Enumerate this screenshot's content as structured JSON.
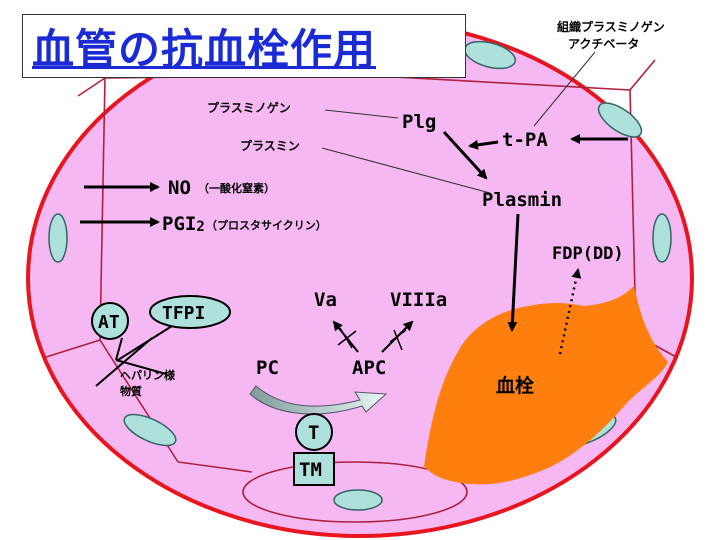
{
  "title": "血管の抗血栓作用",
  "labels": {
    "tissue_activator_line1": "組織プラスミノゲン",
    "tissue_activator_line2": "アクチベータ",
    "plasminogen_jp": "プラスミノゲン",
    "plasmin_jp": "プラスミン",
    "plg": "Plg",
    "tpa": "t-PA",
    "plasmin": "Plasmin",
    "no": "NO",
    "no_jp": "（一酸化窒素）",
    "pgi": "PGI",
    "pgi_sub": "2",
    "pgi_jp": "（プロスタサイクリン）",
    "fdp": "FDP(DD)",
    "va": "Va",
    "viiia": "VIIIa",
    "pc": "PC",
    "apc": "APC",
    "t": "T",
    "tm": "TM",
    "at": "AT",
    "tfpi": "TFPI",
    "heparin_line1": "ヘパリン様",
    "heparin_line2": "物質",
    "thrombus": "血栓"
  },
  "colors": {
    "vessel_outline": "#e8141e",
    "vessel_fill": "#f6b8f2",
    "thrombus": "#ff7f0e",
    "nucleus": "#aee0dc",
    "title": "#1a2bd6",
    "cell_line": "#b02040"
  }
}
